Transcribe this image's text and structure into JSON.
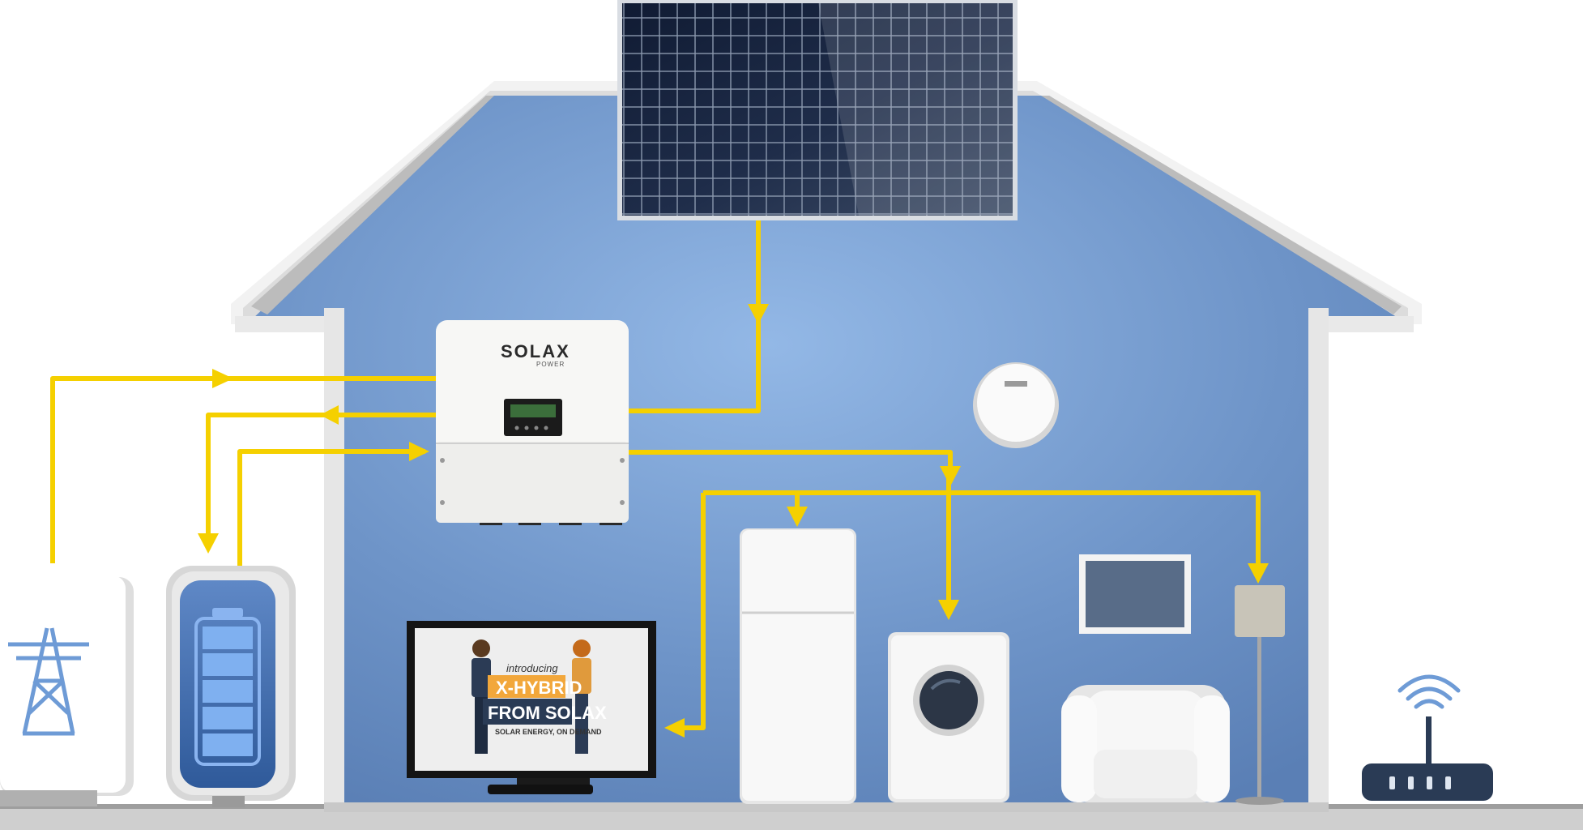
{
  "inverter": {
    "brand": "SOLAX",
    "brand_sub": "POWER"
  },
  "tv_screen": {
    "line_intro": "introducing",
    "line_product": "X-HYBRID",
    "line_from": "FROM SOLAX",
    "line_tagline": "SOLAR ENERGY, ON DEMAND"
  },
  "colors": {
    "flow": "#f5d000",
    "wall": "#6a90c4",
    "wall_light": "#8fb4e2",
    "panel": "#1d2a44"
  },
  "icons": [
    "solar-panel-icon",
    "inverter-icon",
    "grid-tower-icon",
    "battery-icon",
    "smart-meter-icon",
    "tv-icon",
    "fridge-icon",
    "washing-machine-icon",
    "picture-frame-icon",
    "floor-lamp-icon",
    "armchair-icon",
    "router-icon"
  ]
}
